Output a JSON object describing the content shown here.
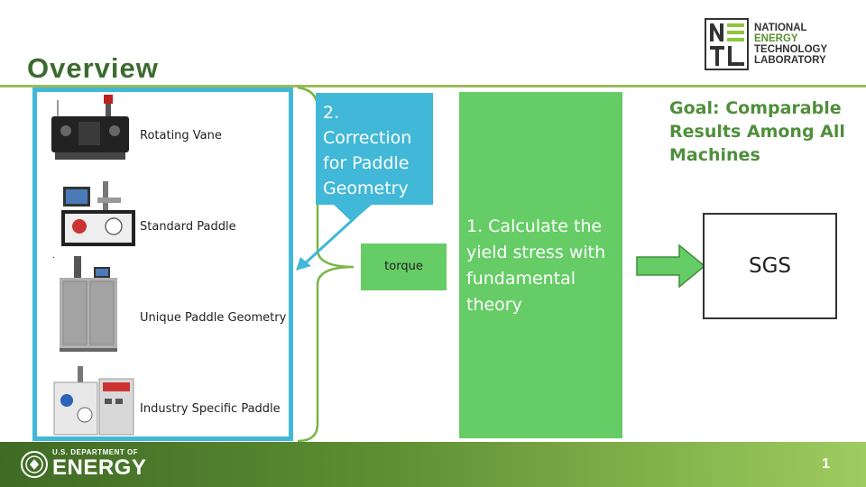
{
  "slide": {
    "title": "Overview",
    "page_number": "1"
  },
  "logo": {
    "mark_top": "NE",
    "mark_bottom": "TL",
    "line1": "NATIONAL",
    "line2": "ENERGY",
    "line3": "TECHNOLOGY",
    "line4": "LABORATORY"
  },
  "machines": [
    {
      "label": "Rotating Vane"
    },
    {
      "label": "Standard Paddle"
    },
    {
      "label": "Unique Paddle Geometry"
    },
    {
      "label": "Industry Specific Paddle"
    }
  ],
  "stray_dot": ".",
  "callout_correction": "2. Correction for Paddle Geometry",
  "torque_label": "torque",
  "step1": "1. Calculate the yield stress with fundamental theory",
  "goal": "Goal:  Comparable Results Among All Machines",
  "sgs_label": "SGS",
  "footer": {
    "doe_small": "U.S. DEPARTMENT OF",
    "doe_big": "ENERGY"
  },
  "colors": {
    "title": "#3c6b2f",
    "accent_blue": "#41b8d7",
    "accent_green": "#66cc66",
    "goal_green": "#4f8f3c",
    "bracket_green": "#7ab648"
  }
}
